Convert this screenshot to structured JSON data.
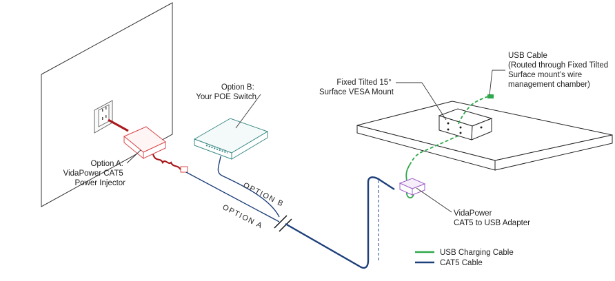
{
  "colors": {
    "usb": "#2ea84a",
    "cat5": "#1d3f7a",
    "cat5_light": "#4d6fb0",
    "power": "#a8191c",
    "injector": "#d9474a",
    "adapter": "#a060c8",
    "switch": "#3b8a86",
    "ink": "#222222"
  },
  "labels": {
    "option_b_switch": [
      "Option B:",
      "Your POE Switch"
    ],
    "option_a_injector": [
      "Option A:",
      "VidaPower CAT5",
      "Power Injector"
    ],
    "mount": [
      "Fixed Tilted 15°",
      "Surface VESA Mount"
    ],
    "usb_cable": [
      "USB Cable",
      "(Routed through Fixed Tilted",
      "Surface mount’s wire",
      "management chamber)"
    ],
    "adapter": [
      "VidaPower",
      "CAT5 to USB Adapter"
    ],
    "option_a_path": "OPTION A",
    "option_b_path": "OPTION B"
  },
  "legend": {
    "items": [
      {
        "label": "USB Charging Cable",
        "color": "#2ea84a"
      },
      {
        "label": "CAT5 Cable",
        "color": "#1d3f7a"
      }
    ]
  },
  "icons": {
    "wall_outlet": "wall-outlet-icon",
    "poe_switch": "network-switch-icon",
    "power_injector": "power-injector-icon",
    "vesa_mount": "vesa-mount-icon",
    "usb_adapter": "usb-adapter-icon"
  }
}
